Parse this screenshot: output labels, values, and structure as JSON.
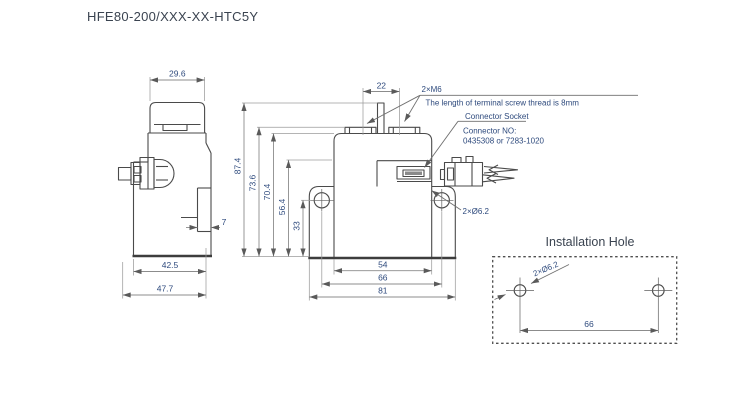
{
  "title": "HFE80-200/XXX-XX-HTC5Y",
  "colors": {
    "background": "#ffffff",
    "outline": "#4a4a4a",
    "dimension_lines": "#8c8c8c",
    "dimension_text": "#2e4a7d",
    "title_text": "#3a4350"
  },
  "side_view": {
    "cap_width": "29.6",
    "foot_offset": "7",
    "base_width": "42.5",
    "total_depth": "47.7"
  },
  "front_view": {
    "terminal_pitch": "22",
    "total_height": "87.4",
    "terminal_height": "73.6",
    "body_height": "70.4",
    "step_height": "56.4",
    "hole_height": "33",
    "core_width": "54",
    "hole_pitch": "66",
    "total_width": "81",
    "mount_hole": "2×Ø6.2"
  },
  "annotations": {
    "terminal_label": "2×M6",
    "thread_note": "The length of terminal screw thread is 8mm",
    "socket_label": "Connector Socket",
    "connector_no": "Connector NO:",
    "connector_no_value": "0435308 or 7283-1020"
  },
  "installation": {
    "title": "Installation Hole",
    "hole_label": "2×Ø6.2",
    "hole_pitch": "66"
  }
}
